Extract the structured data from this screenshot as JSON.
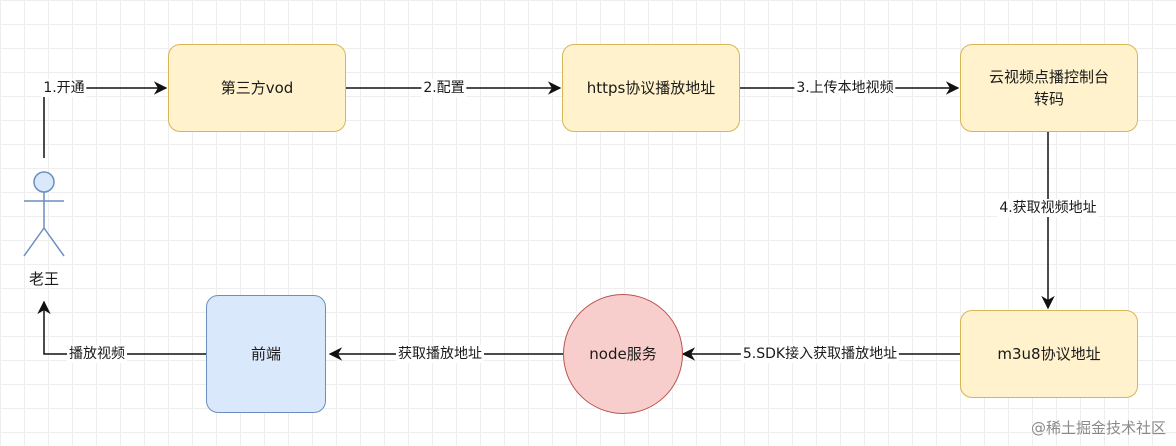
{
  "actor": {
    "label": "老王"
  },
  "nodes": {
    "vod": "第三方vod",
    "https": "https协议播放地址",
    "console": "云视频点播控制台\n转码",
    "m3u8": "m3u8协议地址",
    "node_service": "node服务",
    "frontend": "前端"
  },
  "edges": {
    "e1": "1.开通",
    "e2": "2.配置",
    "e3": "3.上传本地视频",
    "e4": "4.获取视频地址",
    "e5": "5.SDK接入获取播放地址",
    "e6": "获取播放地址",
    "e7": "播放视频"
  },
  "colors": {
    "yellow_fill": "#fff2cc",
    "yellow_stroke": "#d6b656",
    "blue_fill": "#dae8fc",
    "blue_stroke": "#6c8ebf",
    "red_fill": "#f8cecc",
    "red_stroke": "#b85450"
  },
  "watermark": "@稀土掘金技术社区"
}
